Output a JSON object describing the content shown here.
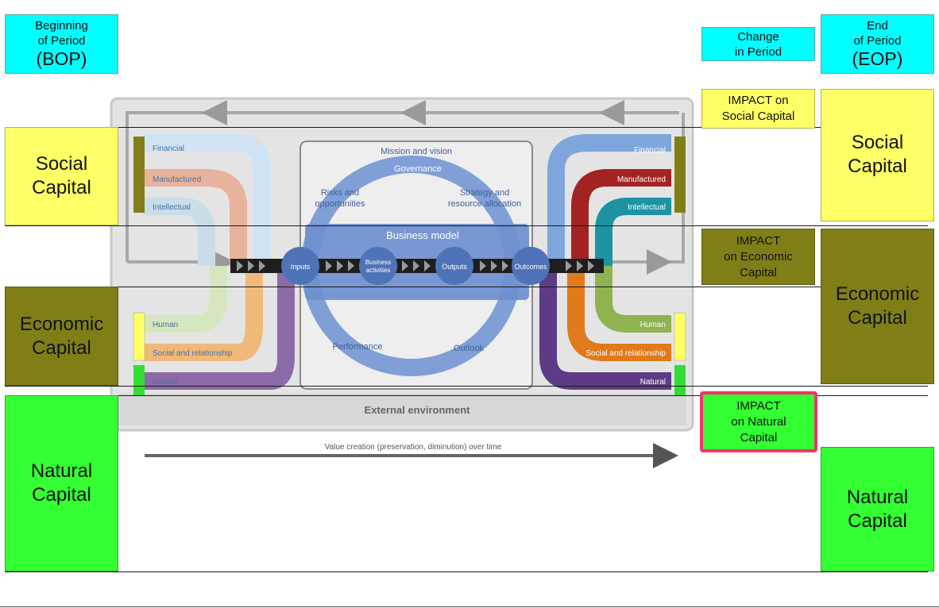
{
  "headers": {
    "bop": {
      "line1": "Beginning",
      "line2": "of Period",
      "abbr": "(BOP)"
    },
    "change": {
      "line1": "Change",
      "line2": "in Period"
    },
    "eop": {
      "line1": "End",
      "line2": "of Period",
      "abbr": "(EOP)"
    }
  },
  "left": {
    "social": {
      "line1": "Social",
      "line2": "Capital"
    },
    "economic": {
      "line1": "Economic",
      "line2": "Capital"
    },
    "natural": {
      "line1": "Natural",
      "line2": "Capital"
    }
  },
  "impacts": {
    "social": {
      "line1": "IMPACT on",
      "line2": "Social Capital"
    },
    "economic": {
      "line1": "IMPACT",
      "line2": "on Economic",
      "line3": "Capital"
    },
    "natural": {
      "line1": "IMPACT",
      "line2": "on Natural",
      "line3": "Capital"
    }
  },
  "right": {
    "social": {
      "line1": "Social",
      "line2": "Capital"
    },
    "economic": {
      "line1": "Economic",
      "line2": "Capital"
    },
    "natural": {
      "line1": "Natural",
      "line2": "Capital"
    }
  },
  "diagram": {
    "inputs_left": [
      "Financial",
      "Manufactured",
      "Intellectual",
      "Human",
      "Social and relationship",
      "Natural"
    ],
    "outputs_right": [
      "Financial",
      "Manufactured",
      "Intellectual",
      "Human",
      "Social and relationship",
      "Natural"
    ],
    "mission": "Mission and vision",
    "governance": "Governance",
    "risks1": "Risks and",
    "risks2": "opportunities",
    "strategy1": "Strategy and",
    "strategy2": "resource allocation",
    "business_model": "Business model",
    "inputs": "Inputs",
    "business_activities1": "Business",
    "business_activities2": "activities",
    "outputs": "Outputs",
    "outcomes": "Outcomes",
    "performance": "Performance",
    "outlook": "Outlook",
    "external": "External environment",
    "value_creation": "Value creation (preservation, diminution) over time"
  },
  "colors": {
    "cyan": "#00ffff",
    "yellow": "#ffff66",
    "olive": "#807f17",
    "green": "#33ff33",
    "highlight_border": "#f0346a"
  }
}
